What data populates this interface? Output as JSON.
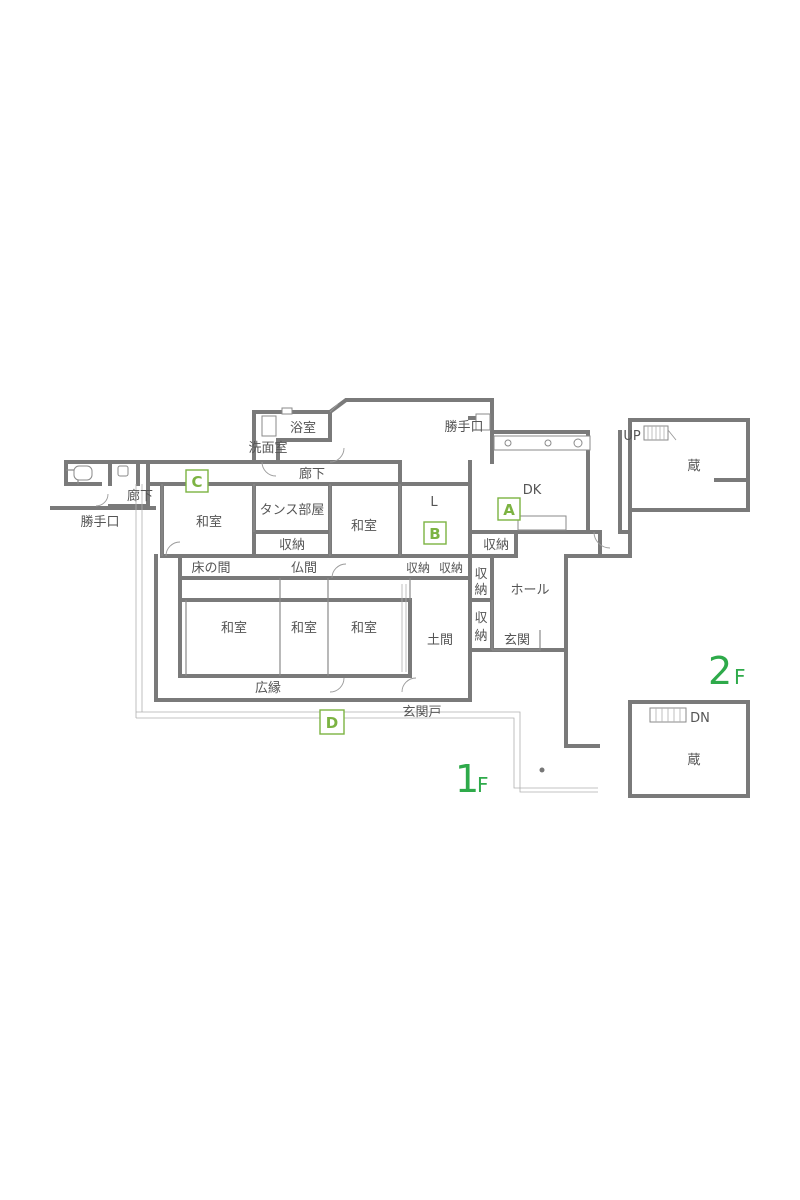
{
  "floors": {
    "first": {
      "number": "1",
      "suffix": "F"
    },
    "second": {
      "number": "2",
      "suffix": "F"
    }
  },
  "rooms": {
    "bath": "浴室",
    "washroom": "洗面室",
    "service_entrance_top": "勝手口",
    "corridor_top": "廊下",
    "corridor_left": "廊下",
    "service_entrance_left": "勝手口",
    "washitsu_c": "和室",
    "tansu_room": "タンス部屋",
    "washitsu_center": "和室",
    "storage_tansu": "収納",
    "living": "L",
    "dk": "DK",
    "storage_dk": "収納",
    "tokonoma": "床の間",
    "butsuma": "仏間",
    "storage_l1": "収納",
    "storage_l2": "収納",
    "storage_hall_1": "収\n納",
    "storage_hall_2": "収\n納",
    "hall": "ホール",
    "washitsu_1": "和室",
    "washitsu_2": "和室",
    "washitsu_3": "和室",
    "doma": "土間",
    "genkan": "玄関",
    "hiroen": "広縁",
    "genkando": "玄関戸",
    "kura_1f": "蔵",
    "up": "UP",
    "kura_2f": "蔵",
    "dn": "DN"
  },
  "markers": [
    "A",
    "B",
    "C",
    "D"
  ],
  "colors": {
    "wall": "#7a7a7a",
    "marker": "#7cb342",
    "floor_label": "#2eaa4a"
  }
}
